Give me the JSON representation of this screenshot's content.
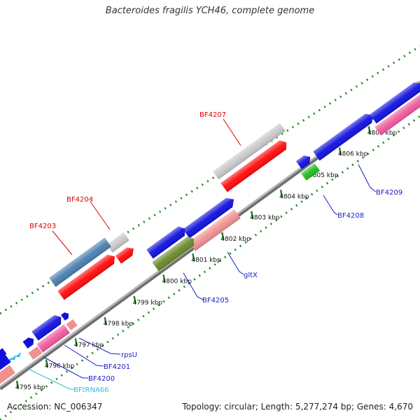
{
  "header": {
    "title": "Bacteroides fragilis YCH46, complete genome"
  },
  "footer": {
    "accession": "Accession: NC_006347",
    "summary": "Topology: circular; Length: 5,277,274 bp; Genes: 4,670"
  },
  "colors": {
    "backbone": "#8a8a8a",
    "tick_green": "#1f8a1f",
    "label_red": "#e00000",
    "label_blue": "#1c1cc8",
    "label_cyan": "#33bbdd",
    "gene_blue": "#1010dd",
    "gene_red": "#ff0a0a",
    "gene_gray": "#c8c8c8",
    "gene_steel": "#4a7fb0",
    "gene_pink": "#f05a9e",
    "gene_salmon": "#f09090",
    "gene_olive": "#6a8a2a",
    "gene_green": "#22bb22",
    "trna_cyan": "#22bbee"
  },
  "ruler": {
    "ticks": [
      "4795 kbp",
      "4796 kbp",
      "4797 kbp",
      "4798 kbp",
      "4799 kbp",
      "4800 kbp",
      "4801 kbp",
      "4802 kbp",
      "4803 kbp",
      "4804 kbp",
      "4805 kbp",
      "4806 kbp",
      "4807 kbp"
    ]
  },
  "labels": {
    "BF4207": "BF4207",
    "BF4204": "BF4204",
    "BF4203": "BF4203",
    "BF4209": "BF4209",
    "BF4208": "BF4208",
    "gltX": "gltX",
    "BF4205": "BF4205",
    "rpsU": "rpsU",
    "BF4201": "BF4201",
    "BF4200": "BF4200",
    "BFtRNA66": "BFtRNA66"
  }
}
